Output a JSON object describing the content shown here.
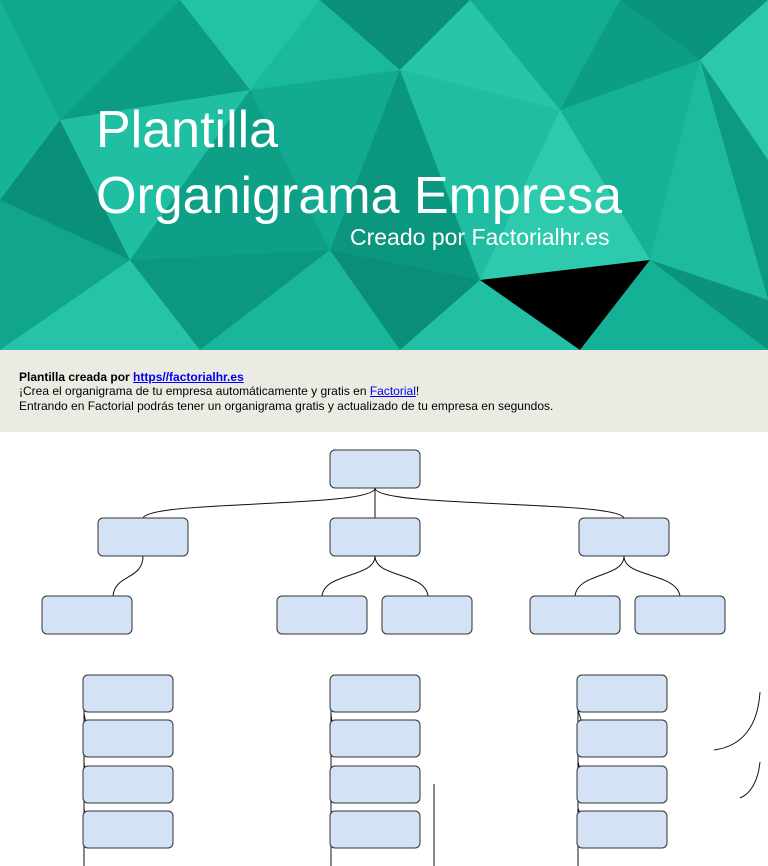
{
  "banner": {
    "title_line1": "Plantilla",
    "title_line2": "Organigrama Empresa",
    "subtitle": "Creado por Factorialhr.es",
    "colors": {
      "base": "#14b59a",
      "light": "#2bc8ac",
      "dark": "#0a8f78"
    }
  },
  "info": {
    "line1_prefix": "Plantilla creada por ",
    "line1_link": "https//factorialhr.es",
    "line2_prefix": "¡Crea el organigrama de tu empresa automáticamente y gratis en ",
    "line2_link": "Factorial",
    "line2_suffix": "!",
    "line3": "Entrando en Factorial podrás tener un organigrama gratis y actualizado de tu empresa en segundos."
  },
  "org_chart": {
    "box_fill": "#d3e2f4",
    "box_stroke": "#333333"
  }
}
